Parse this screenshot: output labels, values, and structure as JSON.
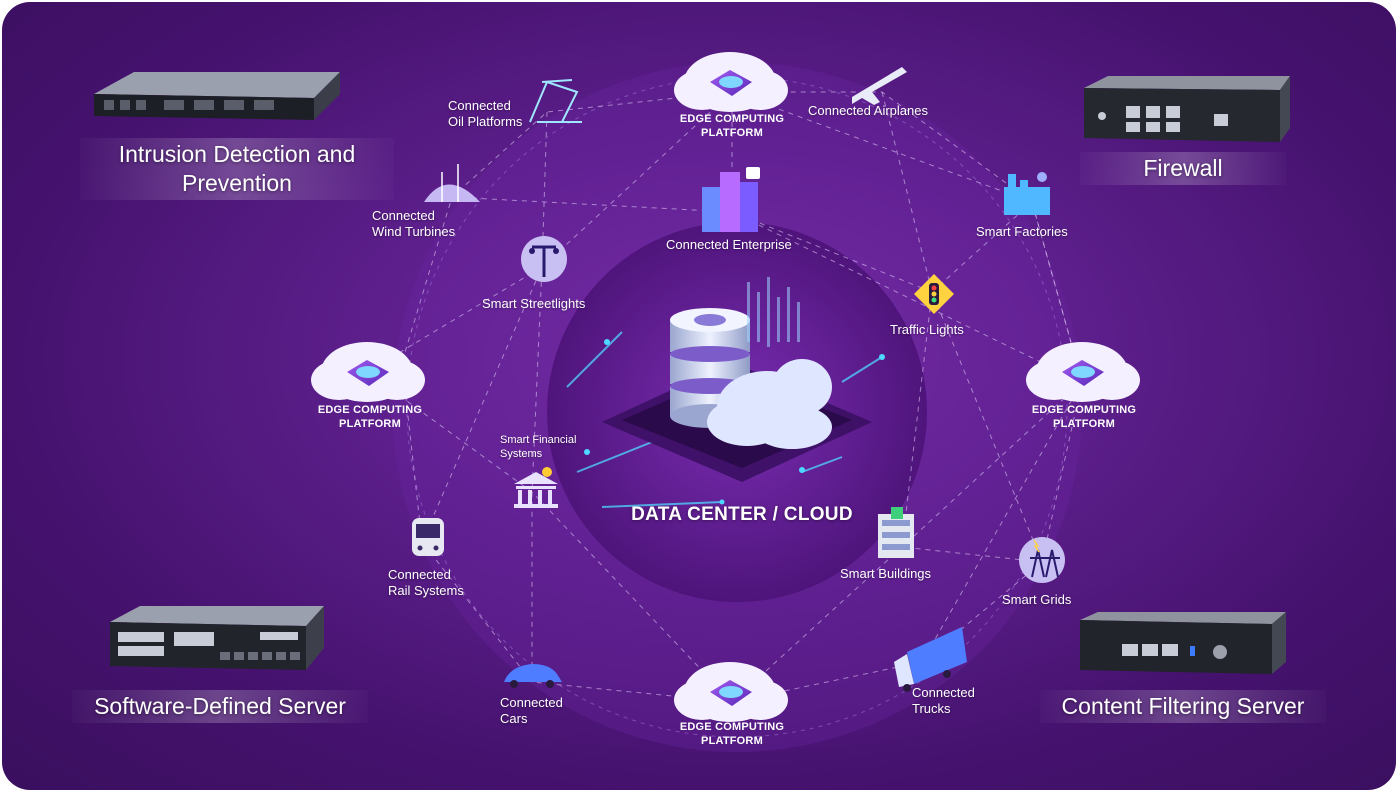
{
  "center": {
    "title": "DATA CENTER / CLOUD"
  },
  "edge_platforms": {
    "top": "EDGE COMPUTING\nPLATFORM",
    "left": "EDGE COMPUTING\nPLATFORM",
    "right": "EDGE COMPUTING\nPLATFORM",
    "bottom": "EDGE COMPUTING\nPLATFORM"
  },
  "nodes": {
    "oil_platforms": "Connected\nOil Platforms",
    "airplanes": "Connected Airplanes",
    "wind_turbines": "Connected\nWind Turbines",
    "enterprise": "Connected Enterprise",
    "factories": "Smart Factories",
    "streetlights": "Smart Streetlights",
    "traffic_lights": "Traffic Lights",
    "financial": "Smart Financial\nSystems",
    "rail": "Connected\nRail Systems",
    "buildings": "Smart Buildings",
    "grids": "Smart Grids",
    "cars": "Connected\nCars",
    "trucks": "Connected\nTrucks"
  },
  "corners": {
    "top_left": "Intrusion Detection and\nPrevention",
    "top_right": "Firewall",
    "bottom_left": "Software-Defined Server",
    "bottom_right": "Content Filtering Server"
  },
  "colors": {
    "background": "#5d1f8c",
    "accent_cyan": "#4fd8ff",
    "cloud_purple": "#7b3fd0"
  }
}
